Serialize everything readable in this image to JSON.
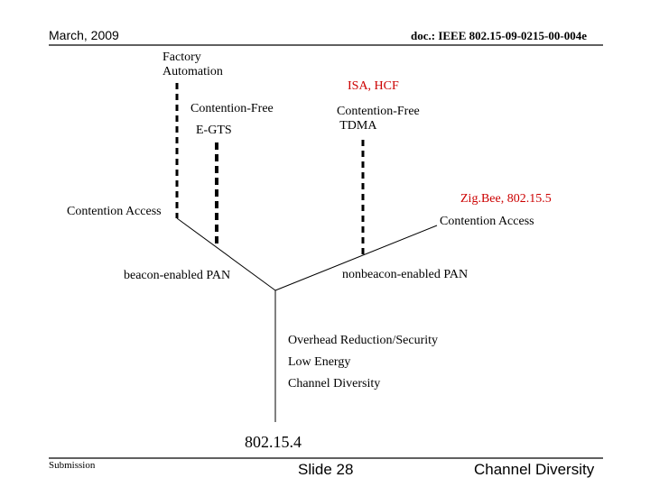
{
  "header": {
    "date": "March, 2009",
    "doc_id": "doc.: IEEE 802.15-09-0215-00-004e"
  },
  "diagram": {
    "factory_automation": "Factory\nAutomation",
    "isa_hcf": "ISA, HCF",
    "contention_free_left": "Contention-Free",
    "e_gts": "E-GTS",
    "contention_free_right": "Contention-Free\n TDMA",
    "contention_access_left": "Contention Access",
    "zigbee": "Zig.Bee, 802.15.5",
    "contention_access_right": "Contention Access",
    "beacon_enabled": "beacon-enabled PAN",
    "nonbeacon_enabled": "nonbeacon-enabled PAN",
    "overhead": "Overhead Reduction/Security",
    "low_energy": "Low Energy",
    "channel_diversity": "Channel Diversity",
    "root": "802.15.4"
  },
  "footer": {
    "submission": "Submission",
    "slide": "Slide 28",
    "title": "Channel Diversity"
  },
  "colors": {
    "highlight": "#cc0000",
    "line": "#000000"
  }
}
